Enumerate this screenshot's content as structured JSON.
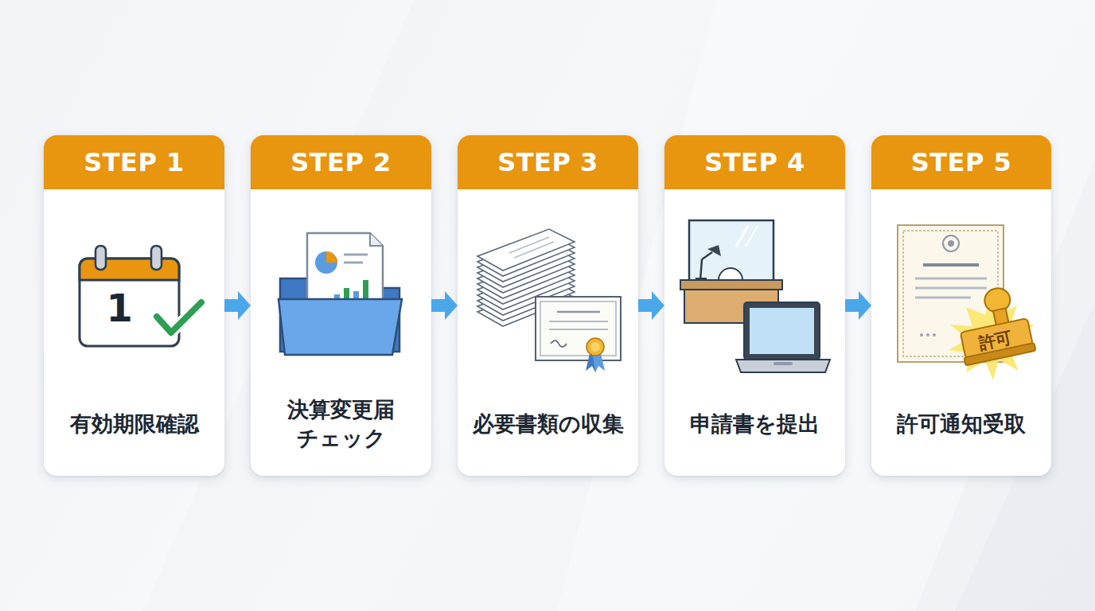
{
  "diagram": {
    "nodes": [
      {
        "text": [
          "STEP 1",
          "有効期限確認"
        ]
      },
      {
        "text": [
          "STEP 2",
          "決算変更届 チェック"
        ]
      },
      {
        "text": [
          "STEP 3",
          "必要書類の収集"
        ]
      },
      {
        "text": [
          "STEP 4",
          "申請書を提出"
        ]
      },
      {
        "text": [
          "STEP 5",
          "許可通知受取"
        ]
      }
    ],
    "edges": [
      {
        "from": 0,
        "to": 1,
        "arrow": "to"
      },
      {
        "from": 1,
        "to": 2,
        "arrow": "to"
      },
      {
        "from": 2,
        "to": 3,
        "arrow": "to"
      },
      {
        "from": 3,
        "to": 4,
        "arrow": "to"
      }
    ],
    "labels": [
      "1",
      "許可"
    ]
  }
}
